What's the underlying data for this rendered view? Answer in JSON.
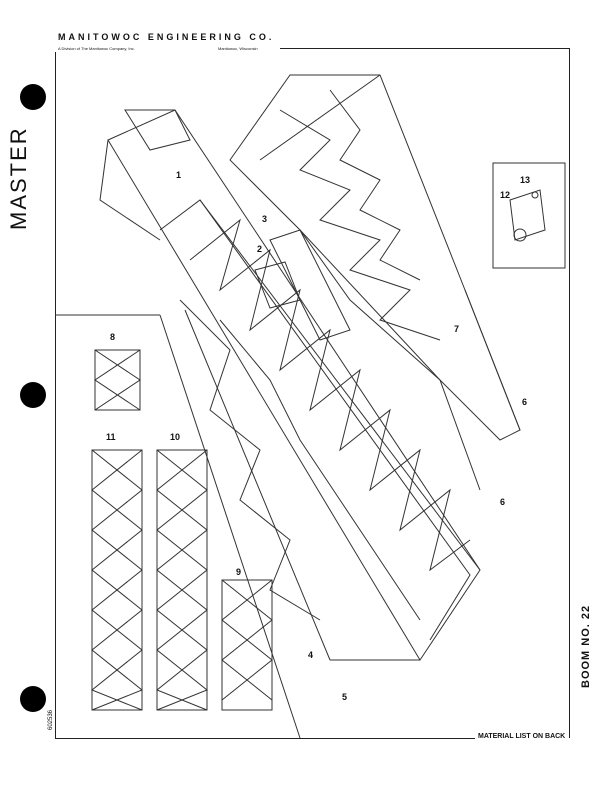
{
  "header": {
    "company": "MANITOWOC ENGINEERING CO.",
    "division": "A Division of The Manitowoc Company, Inc.",
    "location": "Manitowoc, Wisconsin"
  },
  "side_label": "MASTER",
  "footer": {
    "material_list": "MATERIAL LIST ON BACK",
    "boom_number": "BOOM NO. 22",
    "doc_number": "602536"
  },
  "callouts": [
    "1",
    "2",
    "3",
    "4",
    "5",
    "6",
    "6",
    "7",
    "8",
    "9",
    "10",
    "11",
    "12",
    "13"
  ]
}
